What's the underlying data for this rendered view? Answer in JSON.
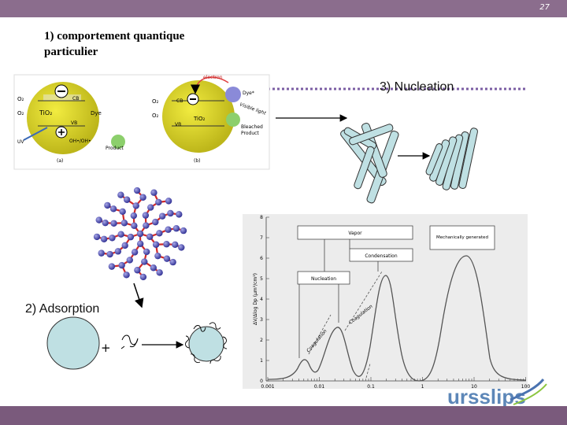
{
  "slide_number": "27",
  "title": {
    "line1": "1) comportement quantique",
    "line2": "particulier"
  },
  "labels": {
    "nucleation": "3) Nucleation",
    "adsorption": "2) Adsorption",
    "plus": "+"
  },
  "tio2_figure": {
    "left": {
      "o2": "O₂",
      "cb": "CB",
      "tio2": "TiO₂",
      "dye": "Dye",
      "vb": "VB",
      "uv": "UV",
      "oh": "OH•/OH•",
      "product": "Product",
      "caption": "(a)"
    },
    "right": {
      "electron": "electron",
      "dye_star": "Dye*",
      "cb": "CB",
      "o2": "O₂",
      "tio2": "TiO₂",
      "vb": "VB",
      "visible_light": "Visible light",
      "bleached": "Bleached",
      "product": "Product",
      "caption": "(b)"
    }
  },
  "graph": {
    "ylabel": "ΔV/Δlog Dp (µm³/cm³)",
    "yticks": [
      "0",
      "1",
      "2",
      "3",
      "4",
      "5",
      "6",
      "7",
      "8"
    ],
    "xticks": [
      "0.001",
      "0.01",
      "0.1",
      "1",
      "10",
      "100"
    ],
    "boxes": {
      "vapor": "Vapor",
      "mechanical": "Mechanically generated",
      "condensation": "Condensation",
      "nucleation": "Nucleation"
    },
    "curve_labels": {
      "coagulation1": "Coagulation",
      "coagulation2": "Coagulation"
    }
  },
  "logo": {
    "text": "ursslips"
  }
}
